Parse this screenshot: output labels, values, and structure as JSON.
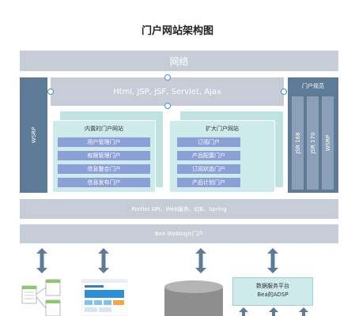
{
  "title": "门户网站架构图",
  "network": "网络",
  "wsrp_left": "WSRP",
  "tech_stack": "Html, JSP, JSF, Servlet, Ajax",
  "internal_portal": {
    "title": "内置的门户网站",
    "items": [
      "用户管理门户",
      "权限管理门户",
      "信息整合门户",
      "信息发布门户"
    ]
  },
  "extended_portal": {
    "title": "扩大门户网站",
    "items": [
      "订阅门户",
      "产品配置门户",
      "订阅状态门户",
      "产品计划门户"
    ]
  },
  "portal_spec": {
    "title": "门户规范",
    "columns": [
      "JSR 168",
      "JSR 170",
      "WSRP"
    ]
  },
  "portlet_layer": "Portlet API、Web服务、EJB、Spring",
  "weblogic_layer": "Bea Weblogic门户",
  "data_service": {
    "line1": "数据服务平台",
    "line2": "Bea的ADSP"
  }
}
